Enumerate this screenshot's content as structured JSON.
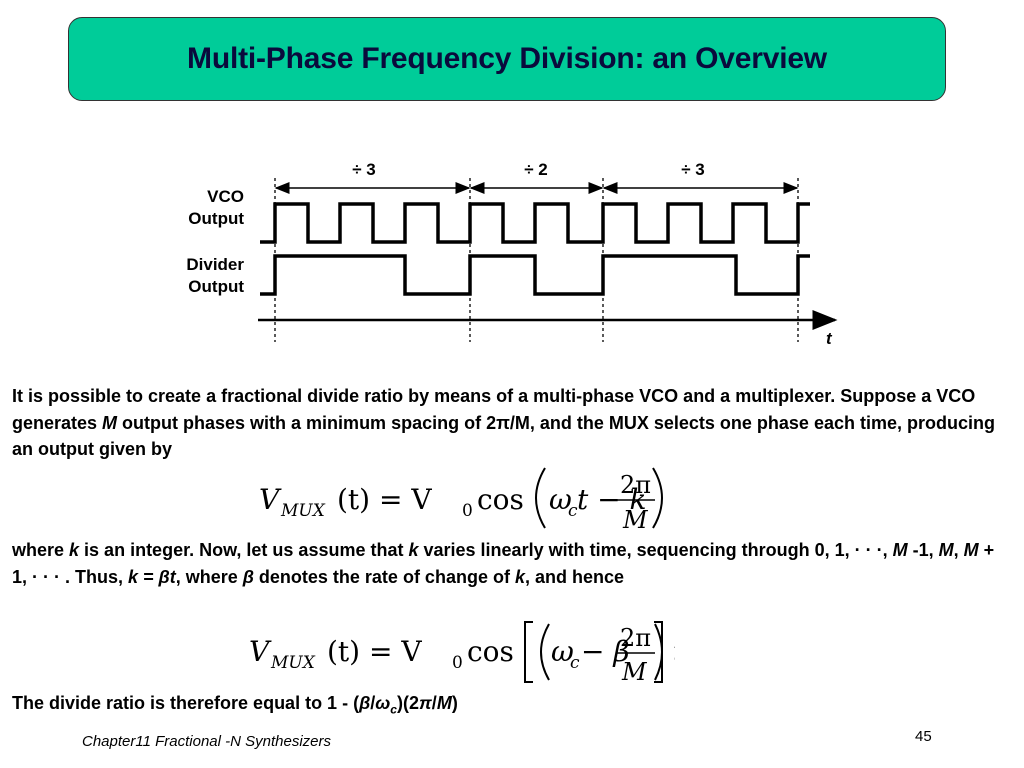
{
  "title": "Multi-Phase Frequency Division: an Overview",
  "diagram": {
    "labels": {
      "vco_line1": "VCO",
      "vco_line2": "Output",
      "divider_line1": "Divider",
      "divider_line2": "Output",
      "time_axis": "t"
    },
    "intervals": [
      {
        "label": "÷ 3"
      },
      {
        "label": "÷ 2"
      },
      {
        "label": "÷ 3"
      }
    ]
  },
  "paragraph1": {
    "p1": "It is possible to create a fractional divide ratio by means of a multi-phase VCO and a multiplexer. Suppose a VCO generates ",
    "m": "M",
    "p2": " output phases with a minimum spacing of 2π/M, and the MUX selects one phase each time, producing an output given by"
  },
  "equation1": {
    "lhs": "V",
    "lhs_sub": "MUX",
    "arg": "(t) = V",
    "v0_sub": "0",
    "cos": "cos",
    "omega": "ω",
    "omega_sub": "c",
    "t_minus_k": "t − k",
    "num": "2π",
    "den": "M"
  },
  "paragraph2": {
    "s1": "where ",
    "k1": "k",
    "s2": " is an integer. Now, let us assume that ",
    "k2": "k",
    "s3": " varies linearly with time, sequencing through 0, 1, · · ·, ",
    "m1": "M",
    "s4": " -1, ",
    "m2": "M",
    "s5": ", ",
    "m3": "M",
    "s6": " + 1, · · · . Thus, ",
    "keq": "k = βt",
    "s7": ", where ",
    "beta": "β",
    "s8": " denotes the rate of change of ",
    "k3": "k",
    "s9": ", and hence"
  },
  "equation2": {
    "lhs": "V",
    "lhs_sub": "MUX",
    "arg": "(t) = V",
    "v0_sub": "0",
    "cos": "cos",
    "omega": "ω",
    "omega_sub": "c",
    "minus_beta": "− β",
    "num": "2π",
    "den": "M",
    "t": "t"
  },
  "conclusion": {
    "c1": "The divide ratio is therefore equal to 1 - (",
    "beta": "β",
    "slash": "/",
    "omega": "ω",
    "omega_sub": "c",
    "c2": ")(2",
    "pi": "π",
    "slash2": "/",
    "m": "M",
    "c3": ")"
  },
  "footer": {
    "chapter": "Chapter11 Fractional -N Synthesizers",
    "page": "45"
  }
}
